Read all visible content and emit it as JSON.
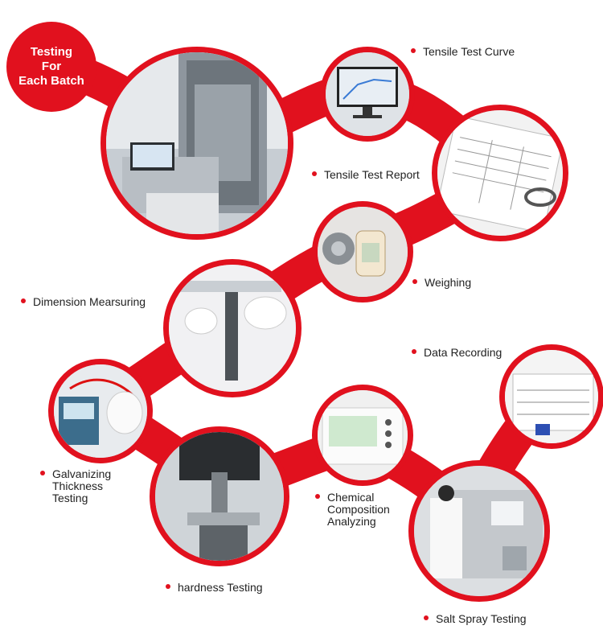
{
  "badge": {
    "line1": "Testing",
    "line2": "For",
    "line3": "Each Batch"
  },
  "labels": {
    "tensile_curve": "Tensile Test Curve",
    "tensile_report": "Tensile Test Report",
    "weighing": "Weighing",
    "dimension": "Dimension Mearsuring",
    "data_recording": "Data Recording",
    "galvanizing_1": "Galvanizing",
    "galvanizing_2": "Thickness",
    "galvanizing_3": "Testing",
    "chemical_1": "Chemical",
    "chemical_2": "Composition",
    "chemical_3": "Analyzing",
    "hardness": "hardness Testing",
    "salt_spray": "Salt Spray Testing"
  },
  "colors": {
    "accent": "#e1111e"
  }
}
